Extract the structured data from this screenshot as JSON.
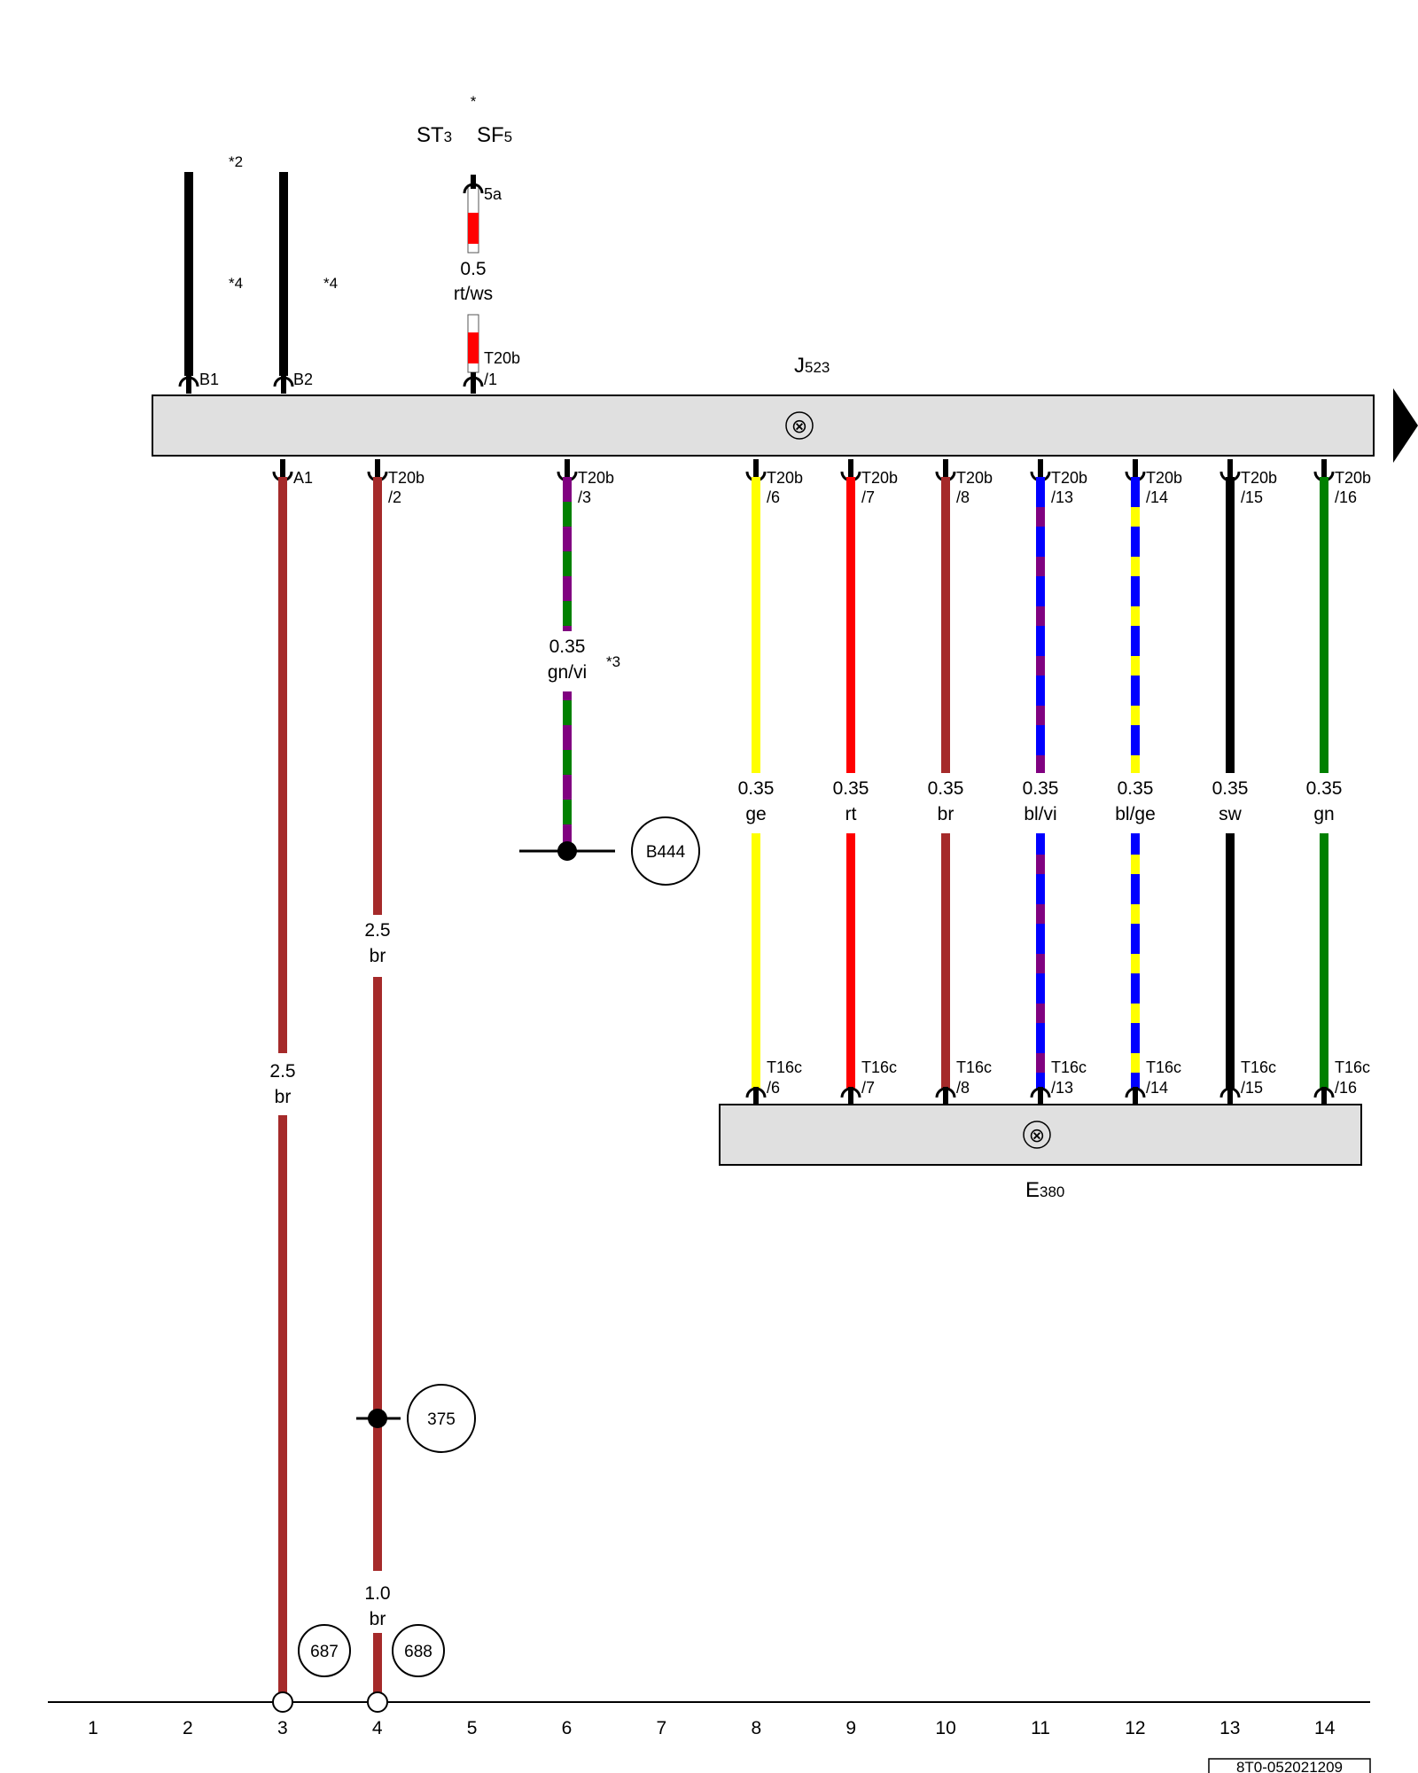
{
  "components": {
    "j523": {
      "letter": "J",
      "sub": "523",
      "symbol": "⊗"
    },
    "e380": {
      "letter": "E",
      "sub": "380",
      "symbol": "⊗"
    }
  },
  "fuse": {
    "star": "*",
    "st_letters": "ST",
    "st_sub": "3",
    "sf_letters": "SF",
    "sf_sub": "5",
    "pin": "5a"
  },
  "notes": {
    "n2": "*2",
    "n4a": "*4",
    "n4b": "*4",
    "n3": "*3"
  },
  "top_pins": {
    "b1": "B1",
    "b2": "B2",
    "t20b_1_a": "T20b",
    "t20b_1_b": "/1"
  },
  "wires": {
    "w5": {
      "size": "0.5",
      "color": "rt/ws"
    },
    "w3": {
      "size": "2.5",
      "color": "br",
      "pin": "A1"
    },
    "w4": {
      "size": "2.5",
      "color": "br",
      "pin_a": "T20b",
      "pin_b": "/2",
      "size2": "1.0",
      "color2": "br"
    },
    "w6": {
      "size": "0.35",
      "color": "gn/vi",
      "pin_a": "T20b",
      "pin_b": "/3"
    }
  },
  "bus": [
    {
      "size": "0.35",
      "color": "ge",
      "top_a": "T20b",
      "top_b": "/6",
      "bot_a": "T16c",
      "bot_b": "/6",
      "hex": "#ffff00"
    },
    {
      "size": "0.35",
      "color": "rt",
      "top_a": "T20b",
      "top_b": "/7",
      "bot_a": "T16c",
      "bot_b": "/7",
      "hex": "#ff0000"
    },
    {
      "size": "0.35",
      "color": "br",
      "top_a": "T20b",
      "top_b": "/8",
      "bot_a": "T16c",
      "bot_b": "/8",
      "hex": "#a52a2a"
    },
    {
      "size": "0.35",
      "color": "bl/vi",
      "top_a": "T20b",
      "top_b": "/13",
      "bot_a": "T16c",
      "bot_b": "/13",
      "hex": "#0000ff"
    },
    {
      "size": "0.35",
      "color": "bl/ge",
      "top_a": "T20b",
      "top_b": "/14",
      "bot_a": "T16c",
      "bot_b": "/14",
      "hex": "#0000ff"
    },
    {
      "size": "0.35",
      "color": "sw",
      "top_a": "T20b",
      "top_b": "/15",
      "bot_a": "T16c",
      "bot_b": "/15",
      "hex": "#000000"
    },
    {
      "size": "0.35",
      "color": "gn",
      "top_a": "T20b",
      "top_b": "/16",
      "bot_a": "T16c",
      "bot_b": "/16",
      "hex": "#008000"
    }
  ],
  "grounds": {
    "b444": "B444",
    "c375": "375",
    "c687": "687",
    "c688": "688"
  },
  "track_numbers": [
    "1",
    "2",
    "3",
    "4",
    "5",
    "6",
    "7",
    "8",
    "9",
    "10",
    "11",
    "12",
    "13",
    "14"
  ],
  "doc_id": "8T0-052021209",
  "colors": {
    "brown": "#a52a2a",
    "red": "#ff0000",
    "yellow": "#ffff00",
    "blue": "#0000ff",
    "violet": "#800080",
    "green": "#008000",
    "black": "#000000",
    "white": "#ffffff",
    "box_fill": "#e0e0e0"
  }
}
